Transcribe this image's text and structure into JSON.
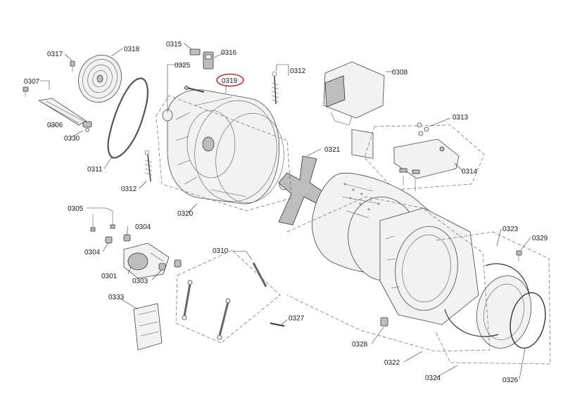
{
  "highlight_color": "#d9262c",
  "callouts": {
    "c0307": "0307",
    "c0317": "0317",
    "c0318": "0318",
    "c0306": "0306",
    "c0330": "0330",
    "c0311": "0311",
    "c0315": "0315",
    "c0316": "0316",
    "c0325": "0325",
    "c0319": "0319",
    "c0312a": "0312",
    "c0312b": "0312",
    "c0308": "0308",
    "c0313": "0313",
    "c0314": "0314",
    "c0321": "0321",
    "c0320": "0320",
    "c0305": "0305",
    "c0304a": "0304",
    "c0304b": "0304",
    "c0301": "0301",
    "c0303": "0303",
    "c0333": "0333",
    "c0310": "0310",
    "c0327": "0327",
    "c0323": "0323",
    "c0329": "0329",
    "c0328": "0328",
    "c0322": "0322",
    "c0324": "0324",
    "c0326": "0326"
  }
}
